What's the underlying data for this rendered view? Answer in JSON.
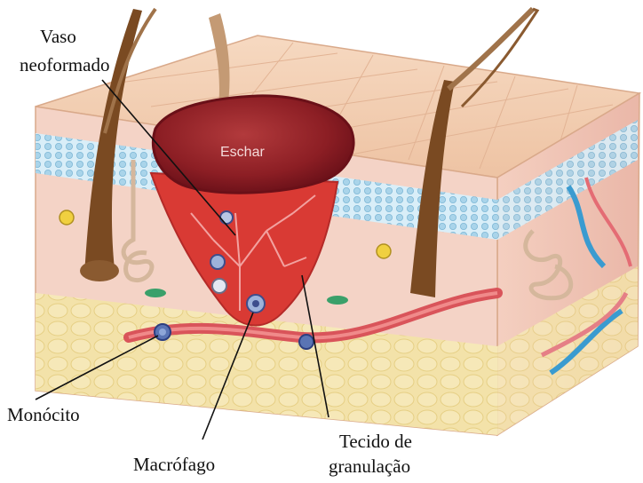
{
  "diagram": {
    "labels": {
      "vaso_line1": "Vaso",
      "vaso_line2": "neoformado",
      "eschar": "Eschar",
      "monocito": "Monócito",
      "macrofago": "Macrófago",
      "tecido_line1": "Tecido de",
      "tecido_line2": "granulação"
    },
    "colors": {
      "skin_top": "#f2cdb0",
      "skin_side": "#f3c9b6",
      "fat": "#f1dc9a",
      "cells": "#bfe0f0",
      "wound": "#d93a34",
      "eschar": "#8e1f25",
      "vessel": "#e0575a",
      "hair": "#7a4a22"
    }
  }
}
